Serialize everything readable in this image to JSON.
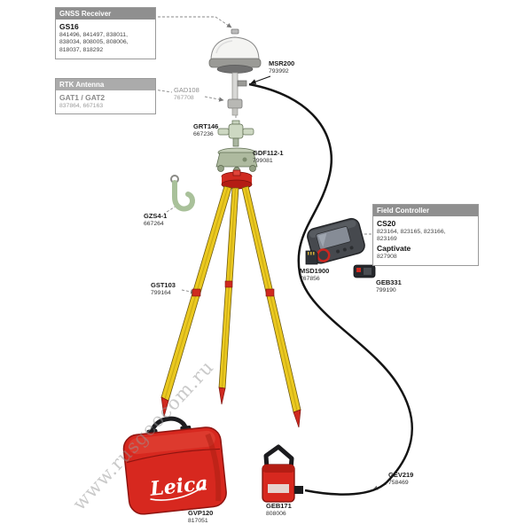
{
  "watermark": "www.rusgeocom.ru",
  "case_logo": "Leica",
  "boxes": {
    "gnss_receiver": {
      "header": "GNSS Receiver",
      "model": "GS16",
      "lines": [
        "841496, 841497, 838011,",
        "838034, 808005, 808006,",
        "818037, 818292"
      ]
    },
    "rtk_antenna": {
      "header": "RTK Antenna",
      "model": "GAT1 / GAT2",
      "lines": [
        "837864, 667163"
      ]
    },
    "field_controller": {
      "header": "Field Controller",
      "model": "CS20",
      "lines": [
        "823164, 823165, 823166,",
        "823169"
      ],
      "model2": "Captivate",
      "lines2": [
        "827908"
      ]
    }
  },
  "labels": {
    "gad108": {
      "name": "GAD108",
      "number": "767708"
    },
    "msr200": {
      "name": "MSR200",
      "number": "793992"
    },
    "grt146": {
      "name": "GRT146",
      "number": "667236"
    },
    "gdf112": {
      "name": "GDF112-1",
      "number": "799081"
    },
    "gzs4": {
      "name": "GZS4-1",
      "number": "667264"
    },
    "gst103": {
      "name": "GST103",
      "number": "799164"
    },
    "msd1900": {
      "name": "MSD1900",
      "number": "767856"
    },
    "geb331": {
      "name": "GEB331",
      "number": "799190"
    },
    "gvp120": {
      "name": "GVP120",
      "number": "817051"
    },
    "geb171": {
      "name": "GEB171",
      "number": "808006"
    },
    "gev219": {
      "name": "GEV219",
      "number": "758469"
    }
  },
  "colors": {
    "leica_red": "#d7281f",
    "tripod_yellow": "#eac81f",
    "leader_gray": "#8a8a8a"
  }
}
